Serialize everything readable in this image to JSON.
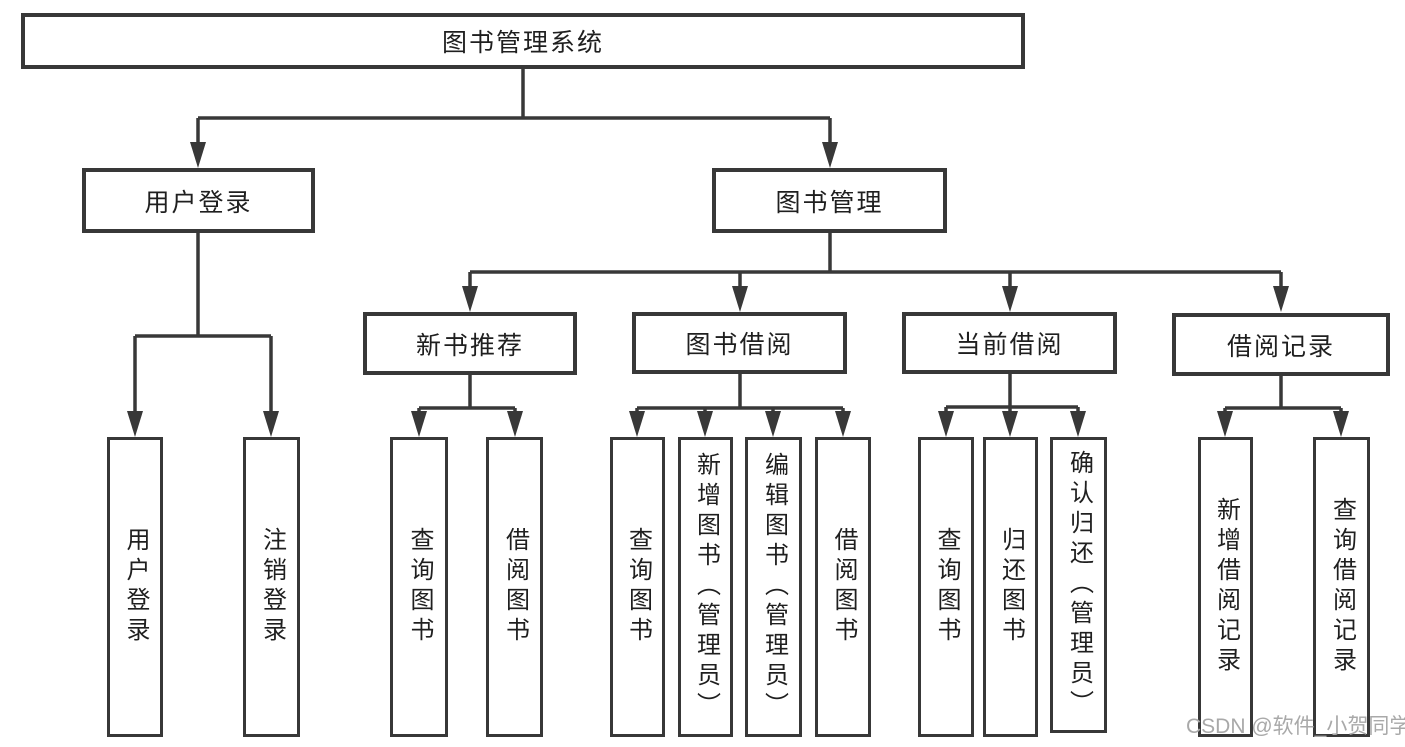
{
  "tree": {
    "label": "图书管理系统",
    "children": [
      {
        "label": "用户登录",
        "children": [
          {
            "label": "用户登录"
          },
          {
            "label": "注销登录"
          }
        ]
      },
      {
        "label": "图书管理",
        "children": [
          {
            "label": "新书推荐",
            "children": [
              {
                "label": "查询图书"
              },
              {
                "label": "借阅图书"
              }
            ]
          },
          {
            "label": "图书借阅",
            "children": [
              {
                "label": "查询图书"
              },
              {
                "label": "新增图书（管理员）"
              },
              {
                "label": "编辑图书（管理员）"
              },
              {
                "label": "借阅图书"
              }
            ]
          },
          {
            "label": "当前借阅",
            "children": [
              {
                "label": "查询图书"
              },
              {
                "label": "归还图书"
              },
              {
                "label": "确认归还（管理员）"
              }
            ]
          },
          {
            "label": "借阅记录",
            "children": [
              {
                "label": "新增借阅记录"
              },
              {
                "label": "查询借阅记录"
              }
            ]
          }
        ]
      }
    ]
  },
  "watermark": {
    "text": "CSDN @软件_小贺同学"
  },
  "colors": {
    "line": "#383838",
    "text": "#1f1f1f",
    "background": "#ffffff",
    "watermark": "#a9a9a9"
  }
}
